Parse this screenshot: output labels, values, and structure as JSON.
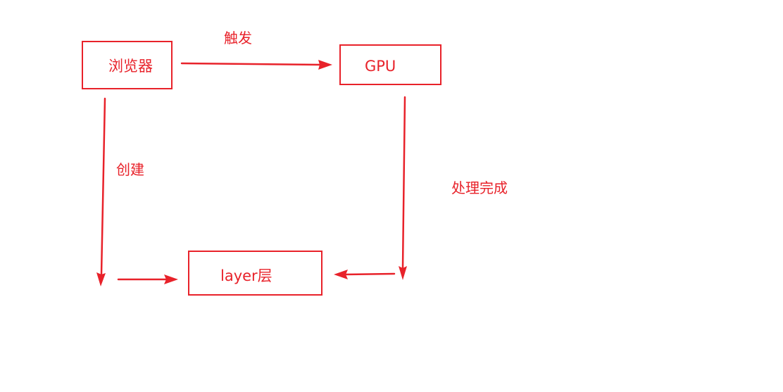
{
  "colors": {
    "accent": "#e8222a"
  },
  "nodes": {
    "browser": {
      "label": "浏览器"
    },
    "gpu": {
      "label": "GPU"
    },
    "layer": {
      "label": "layer层"
    }
  },
  "edges": {
    "trigger": {
      "label": "触发"
    },
    "create": {
      "label": "创建"
    },
    "process_done": {
      "label": "处理完成"
    }
  }
}
